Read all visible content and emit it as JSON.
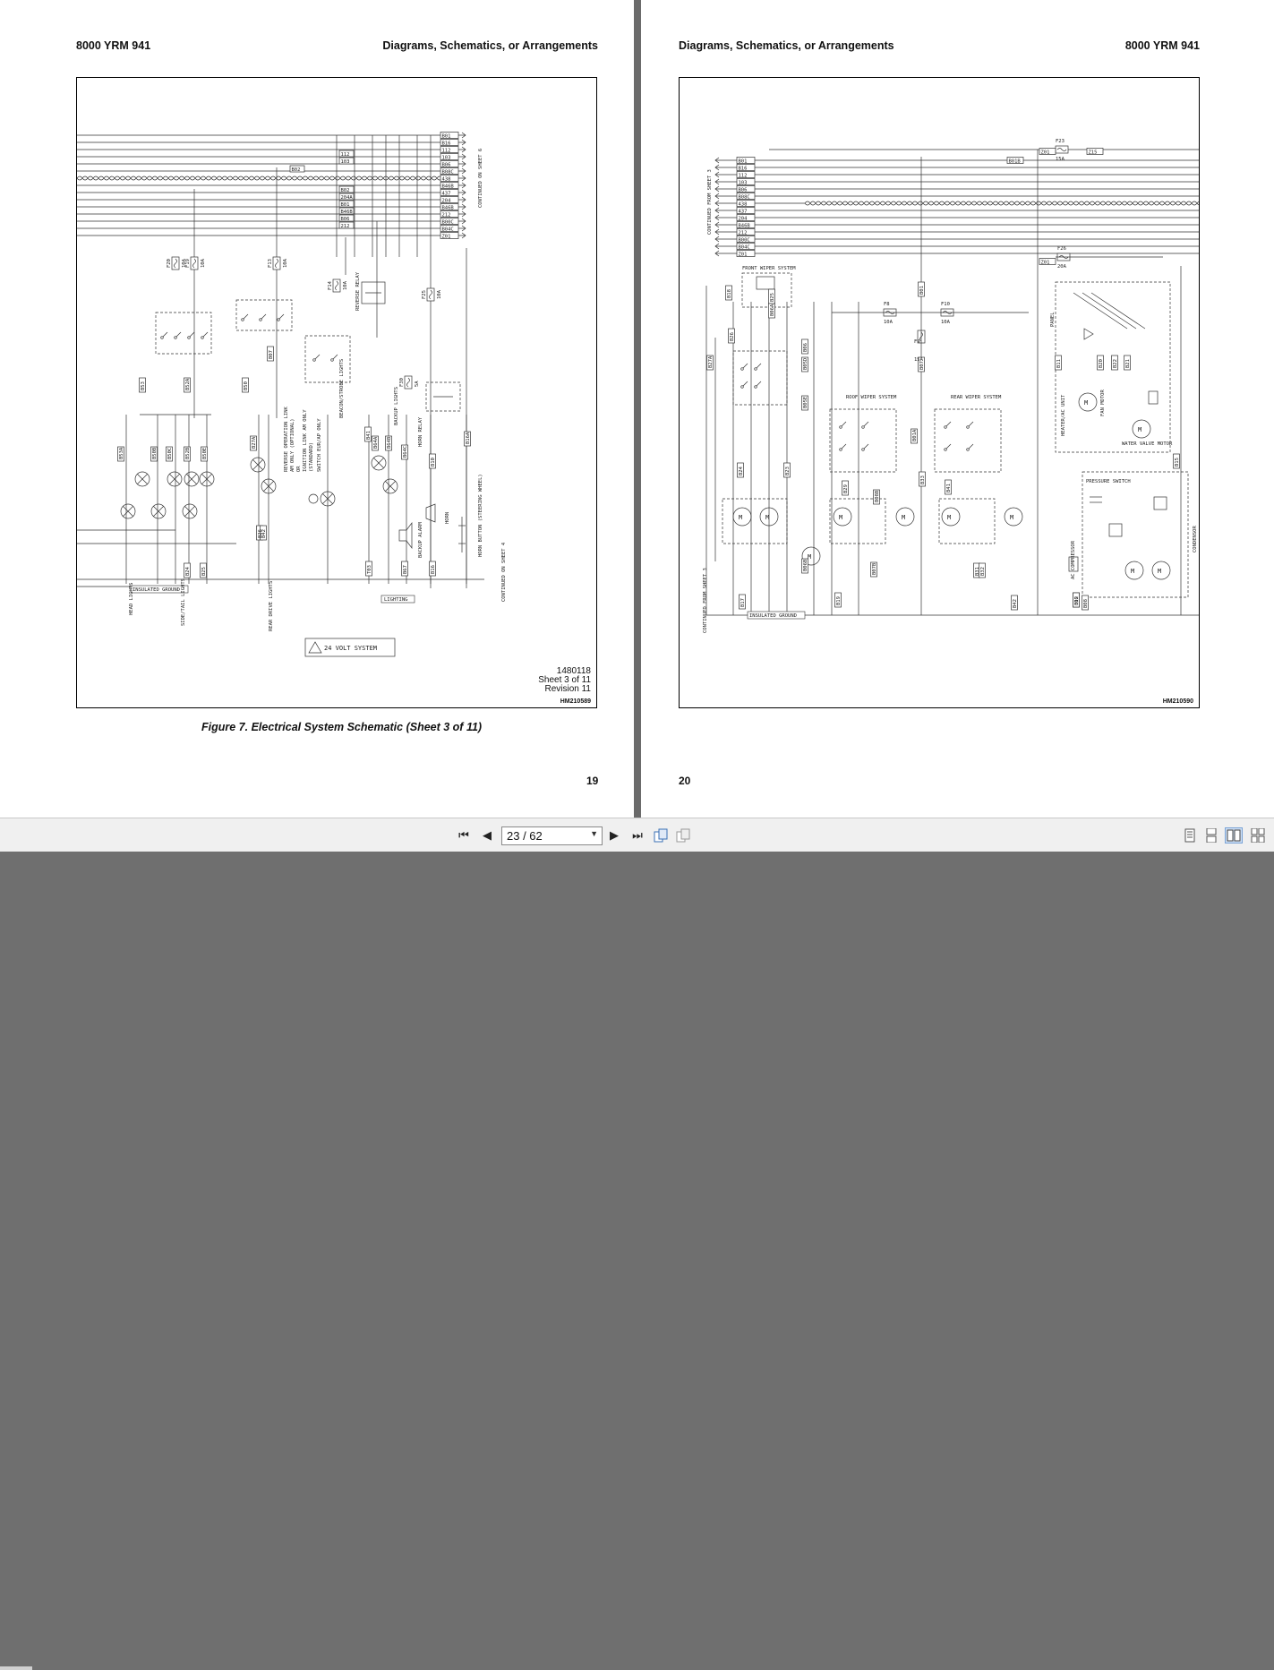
{
  "left_page": {
    "doc_id": "8000 YRM 941",
    "section_title": "Diagrams, Schematics, or Arrangements",
    "page_number": "19",
    "figure_caption": "Figure 7.  Electrical System Schematic (Sheet 3 of 11)",
    "title_block": {
      "drawing_number": "1480118",
      "sheet": "Sheet 3 of 11",
      "revision": "Revision 11"
    },
    "image_code": "HM210589",
    "schematic_labels": {
      "continued_sheet_6": "CONTINUED ON SHEET 6",
      "continued_sheet_4": "CONTINUED ON SHEET 4",
      "insulated_ground": "INSULATED GROUND",
      "lighting": "LIGHTING",
      "voltage_note": "24 VOLT SYSTEM",
      "head_lights": "HEAD LIGHTS",
      "side_tail_lights": "SIDE/TAIL LIGHTS",
      "rear_drive_lights": "REAR DRIVE LIGHTS",
      "reverse_relay": "REVERSE RELAY",
      "horn_relay": "HORN RELAY",
      "backup_lights": "BACKUP LIGHTS",
      "backup_alarm": "BACKUP ALARM",
      "horn": "HORN",
      "horn_button": "HORN BUTTON (STEERING WHEEL)",
      "beacon_strobe": "BEACON/STROBE LIGHTS",
      "reverse_link_1": "REVERSE OPERATION LINK",
      "reverse_link_2": "AM ONLY (OPTIONAL)",
      "reverse_link_3": "OR",
      "reverse_link_4": "IGNITION LINK AM ONLY",
      "reverse_link_5": "(STANDARD)",
      "switch_note": "SWITCH EUR/AP ONLY",
      "fuses": [
        "F20",
        "F19",
        "F13",
        "F14",
        "F25",
        "F30"
      ],
      "fuse_ratings": [
        "10A",
        "10A",
        "10A",
        "10A",
        "10A",
        "5A"
      ],
      "wire_tags_bus": [
        "B01",
        "B16",
        "112",
        "103",
        "B06",
        "B08C",
        "438",
        "B46B",
        "437",
        "204",
        "B46B",
        "212",
        "B00C",
        "B04C",
        "Z01"
      ],
      "wire_tags_mid": [
        "112",
        "103",
        "B02",
        "204A",
        "B01",
        "B46B",
        "B06",
        "212",
        "B08E",
        "B02A"
      ],
      "wire_tags_lower": [
        "B53A",
        "B50B",
        "B50C",
        "B52B",
        "B50E",
        "B53",
        "B52A",
        "B50",
        "B07",
        "B24",
        "B25",
        "B27A",
        "B26",
        "B41",
        "B42",
        "B64A",
        "B64B",
        "B64C",
        "B67",
        "B10",
        "B16",
        "B16A",
        "T03"
      ]
    }
  },
  "right_page": {
    "doc_id": "8000 YRM 941",
    "section_title": "Diagrams, Schematics, or Arrangements",
    "page_number": "20",
    "image_code": "HM210590",
    "schematic_labels": {
      "continued_from_sheet_3_top": "CONTINUED FROM SHEET 3",
      "continued_from_sheet_3_bottom": "CONTINUED FROM SHEET 3",
      "front_wiper": "FRONT WIPER SYSTEM",
      "roof_wiper": "ROOF WIPER SYSTEM",
      "rear_wiper": "REAR WIPER SYSTEM",
      "insulated_ground": "INSULATED GROUND",
      "heater_unit": "HEATER/AC UNIT",
      "panel": "PANEL",
      "fan_motor": "FAN MOTOR",
      "water_valve_motor": "WATER VALVE MOTOR",
      "pressure_switch": "PRESSURE SWITCH",
      "ac_compressor": "AC COMPRESSOR",
      "condenser": "CONDENSOR",
      "fuses": [
        "F23",
        "F8",
        "F10",
        "F9",
        "F26"
      ],
      "fuse_ratings": [
        "15A",
        "10A",
        "10A",
        "15A",
        "20A"
      ],
      "wire_tags_bus": [
        "B01",
        "B16",
        "112",
        "103",
        "B06",
        "B08C",
        "438",
        "437",
        "204",
        "B46B",
        "212",
        "B00C",
        "B04C",
        "Z01"
      ],
      "wire_tags_other": [
        "B01B",
        "Z01",
        "Z15",
        "Z01",
        "B18",
        "B17",
        "B27A",
        "B26",
        "B25",
        "B24",
        "B23",
        "B06A",
        "B06",
        "B05D",
        "B05E",
        "B06B",
        "B07B",
        "B08B",
        "B29",
        "B33",
        "B31",
        "B32",
        "B41",
        "B42",
        "B12",
        "B11",
        "B09",
        "B08",
        "B01A",
        "B01",
        "B07",
        "B19",
        "B20",
        "B22",
        "B21",
        "B15"
      ]
    }
  },
  "toolbar": {
    "page_indicator": "23 / 62",
    "icons": [
      "first-page",
      "previous-page",
      "next-page",
      "last-page",
      "rotate",
      "fit",
      "single-page-view",
      "continuous-view",
      "two-page-view",
      "two-page-continuous-view"
    ]
  }
}
